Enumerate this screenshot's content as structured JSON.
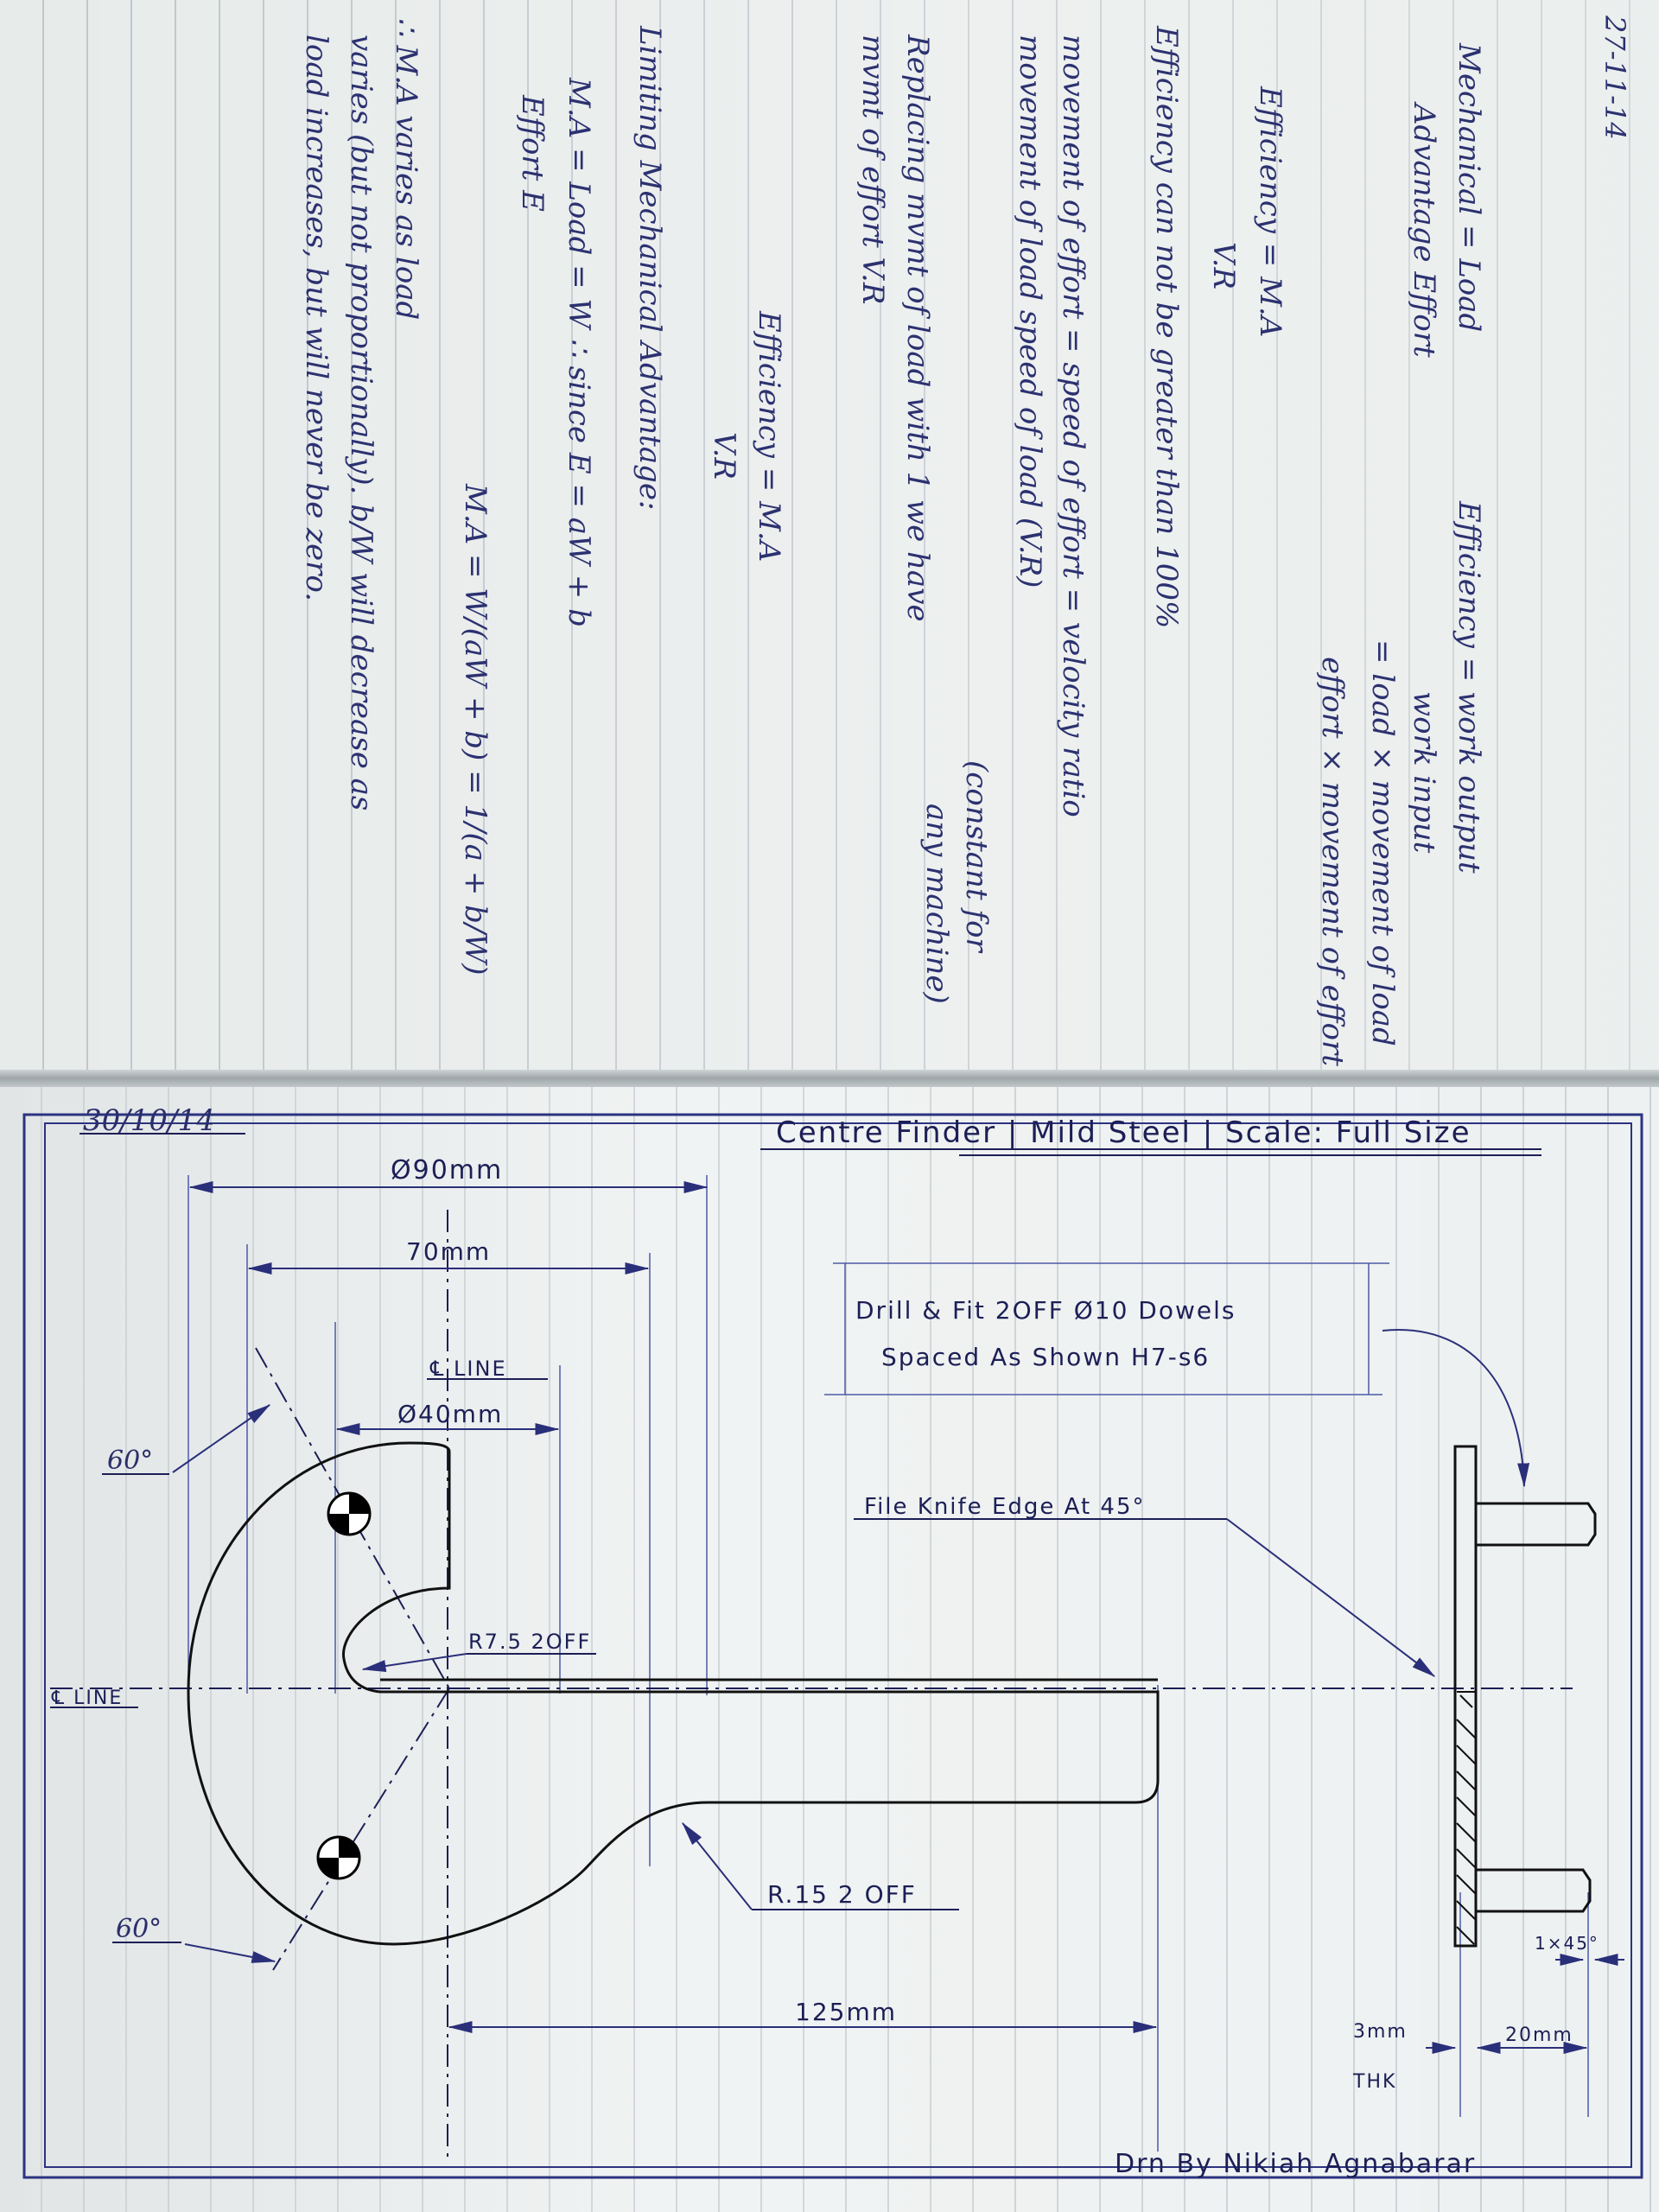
{
  "notes": {
    "date": "27-11-14",
    "lines": [
      "Mechanical = Load",
      "Advantage   Effort",
      "Efficiency = work output",
      "work input",
      "= load × movement of load",
      "effort × movement of effort",
      "Efficiency = M.A",
      "V.R",
      "Efficiency can not be greater than 100%",
      "movement of effort = speed of effort = velocity ratio",
      "movement of load     speed of load      (V.R)",
      "(constant for",
      "any machine)",
      "Replacing mvmt of load with 1 we have",
      "mvmt of effort           V.R",
      "Efficiency = M.A",
      "V.R",
      "Limiting Mechanical Advantage:",
      "M.A = Load = W   ∴ since E = aW + b",
      "Effort    E",
      "M.A = W/(aW + b) = 1/(a + b/W)",
      "∴ M.A varies as load",
      "varies (but not proportionally). b/W will decrease as",
      "load increases, but will never be zero."
    ]
  },
  "drawing": {
    "date": "30/10/14",
    "title": "Centre Finder | Mild Steel | Scale: Full Size",
    "labels": {
      "dia90": "Ø90mm",
      "dim70": "70mm",
      "cline_top": "℄ LINE",
      "dia40": "Ø40mm",
      "angle_top": "60°",
      "angle_bottom": "60°",
      "cline_left": "℄ LINE",
      "r75": "R7.5 2OFF",
      "r15": "R.15 2 OFF",
      "dim125": "125mm",
      "drill_note_1": "Drill & Fit 2OFF Ø10 Dowels",
      "drill_note_2": "Spaced As Shown H7-s6",
      "file_note": "File Knife Edge At 45°",
      "chamfer": "1×45°",
      "thk_value": "3mm",
      "thk_label": "THK",
      "dim20": "20mm",
      "drawn_by": "Drn By Nikiah Agnabarar"
    }
  }
}
